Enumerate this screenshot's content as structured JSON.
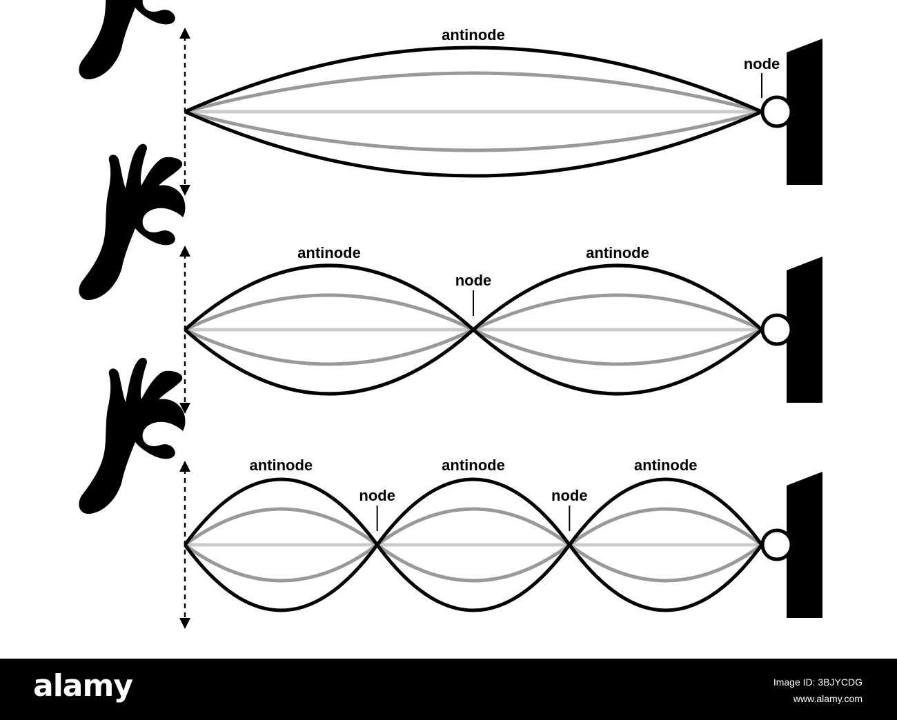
{
  "diagram": {
    "panels": [
      {
        "harmonic": 1,
        "antinode_labels": [
          "antinode"
        ],
        "node_labels": [
          "node"
        ]
      },
      {
        "harmonic": 2,
        "antinode_labels": [
          "antinode",
          "antinode"
        ],
        "node_labels": [
          "node"
        ]
      },
      {
        "harmonic": 3,
        "antinode_labels": [
          "antinode",
          "antinode",
          "antinode"
        ],
        "node_labels": [
          "node",
          "node"
        ]
      }
    ],
    "colors": {
      "string_outer": "#000000",
      "string_middle": "#999999",
      "string_inner": "#cccccc",
      "hand": "#000000",
      "wall": "#000000",
      "background": "#ffffff"
    },
    "icons": [
      "hand-icon",
      "double-arrow-icon",
      "wall-icon",
      "pulley-icon"
    ]
  },
  "footer": {
    "logo": "alamy",
    "image_id_label": "Image ID: 3BJYCDG",
    "website": "www.alamy.com",
    "background": "#000000"
  }
}
